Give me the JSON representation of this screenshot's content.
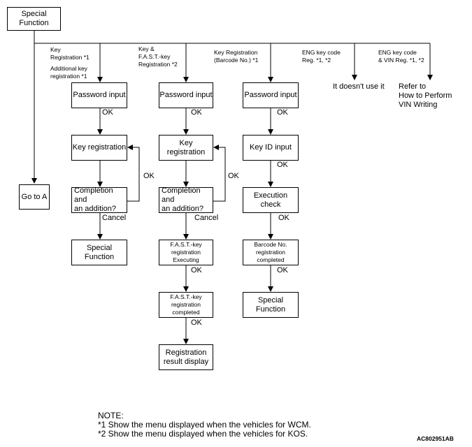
{
  "boxes": {
    "special_function_top": "Special\nFunction",
    "go_to_a": "Go to A",
    "c1_password": "Password input",
    "c1_key_reg": "Key registration",
    "c1_completion": "Completion and\nan addition?",
    "c1_special": "Special\nFunction",
    "c2_password": "Password input",
    "c2_key_reg": "Key registration",
    "c2_completion": "Completion and\nan addition?",
    "c2_fast_exec": "F.A.S.T.-key\nregistration\nExecuting",
    "c2_fast_done": "F.A.S.T.-key\nregistration\ncompleted",
    "c2_result": "Registration\nresult display",
    "c3_password": "Password input",
    "c3_keyid": "Key ID input",
    "c3_exec": "Execution\ncheck",
    "c3_barcode_done": "Barcode No.\nregistration\ncompleted",
    "c3_special": "Special\nFunction"
  },
  "branch_labels": {
    "b1": "Key\nRegistration *1",
    "b1b": "Additional key\nregistration *1",
    "b2": "Key &\nF.A.S.T.-key\nRegistration *2",
    "b3": "Key Registration\n(Barcode No.) *1",
    "b4": "ENG key code\nReg. *1, *2",
    "b5": "ENG key code\n& VIN Reg. *1, *2"
  },
  "terminal_text": {
    "b4_result": "It doesn't use it",
    "b5_result": "Refer to\nHow to Perform\nVIN Writing"
  },
  "edge_labels": {
    "ok": "OK",
    "cancel": "Cancel"
  },
  "note": {
    "title": "NOTE:",
    "line1": "*1 Show the menu displayed when the vehicles for WCM.",
    "line2": "*2 Show the menu displayed when the vehicles for KOS."
  },
  "figure_code": "AC802951AB"
}
